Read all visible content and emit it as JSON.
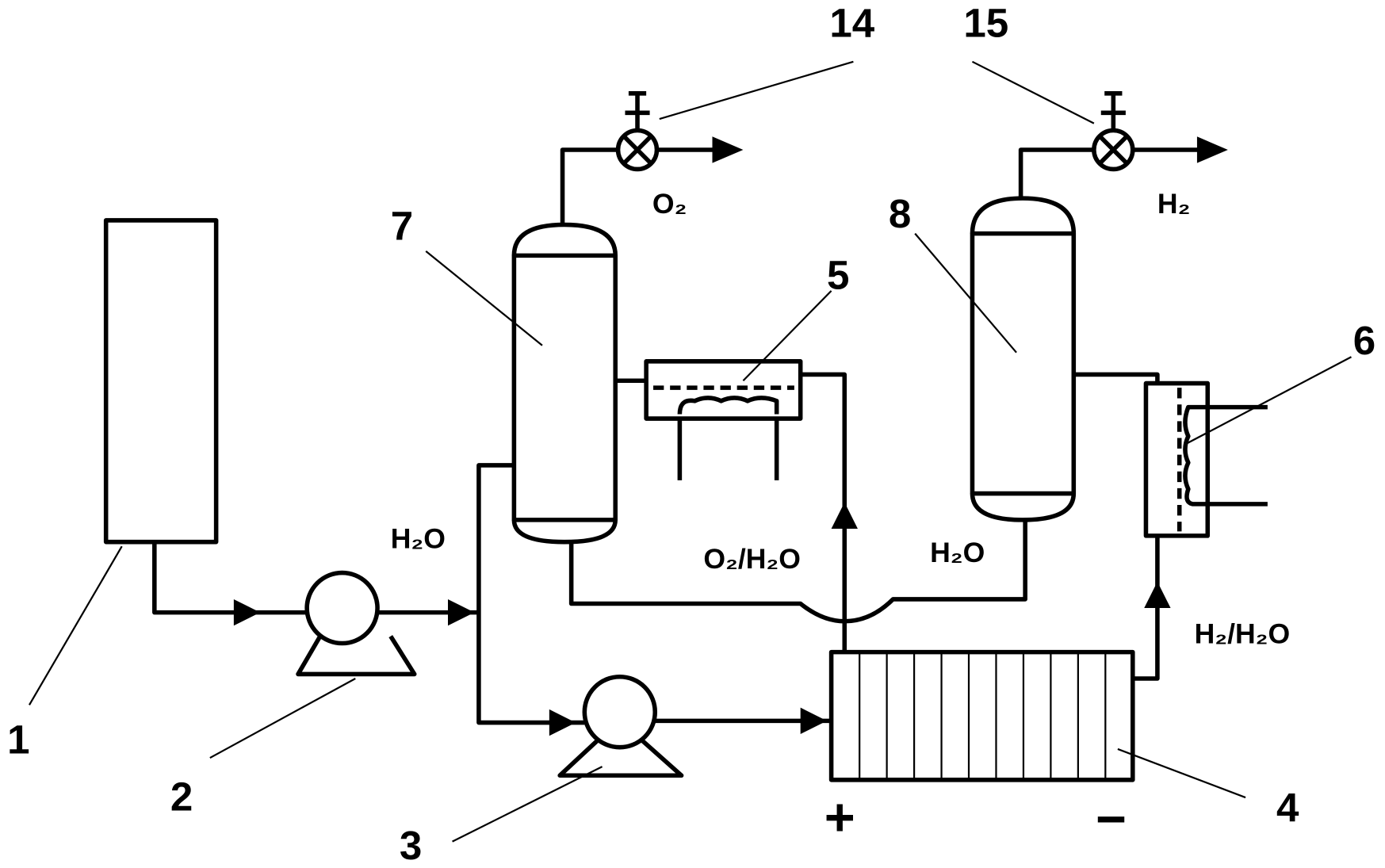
{
  "labels": {
    "n1": "1",
    "n2": "2",
    "n3": "3",
    "n4": "4",
    "n5": "5",
    "n6": "6",
    "n7": "7",
    "n8": "8",
    "n14": "14",
    "n15": "15"
  },
  "streams": {
    "o2_out": "O₂",
    "h2_out": "H₂",
    "feed_water": "H₂O",
    "anode_out": "O₂/H₂O",
    "return_water": "H₂O",
    "cathode_out": "H₂/H₂O"
  },
  "polarity": {
    "plus": "+",
    "minus": "−"
  }
}
